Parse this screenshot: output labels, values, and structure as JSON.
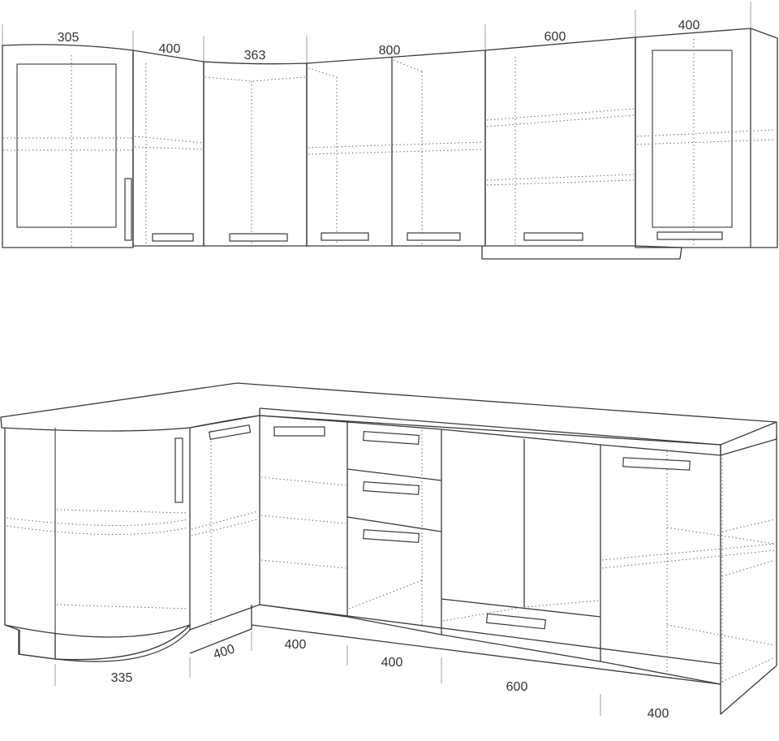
{
  "upper_row": {
    "dimensions": [
      "305",
      "400",
      "363",
      "800",
      "600",
      "400"
    ]
  },
  "base_row": {
    "dimensions": [
      "400",
      "400",
      "400",
      "600",
      "400",
      "335"
    ]
  }
}
